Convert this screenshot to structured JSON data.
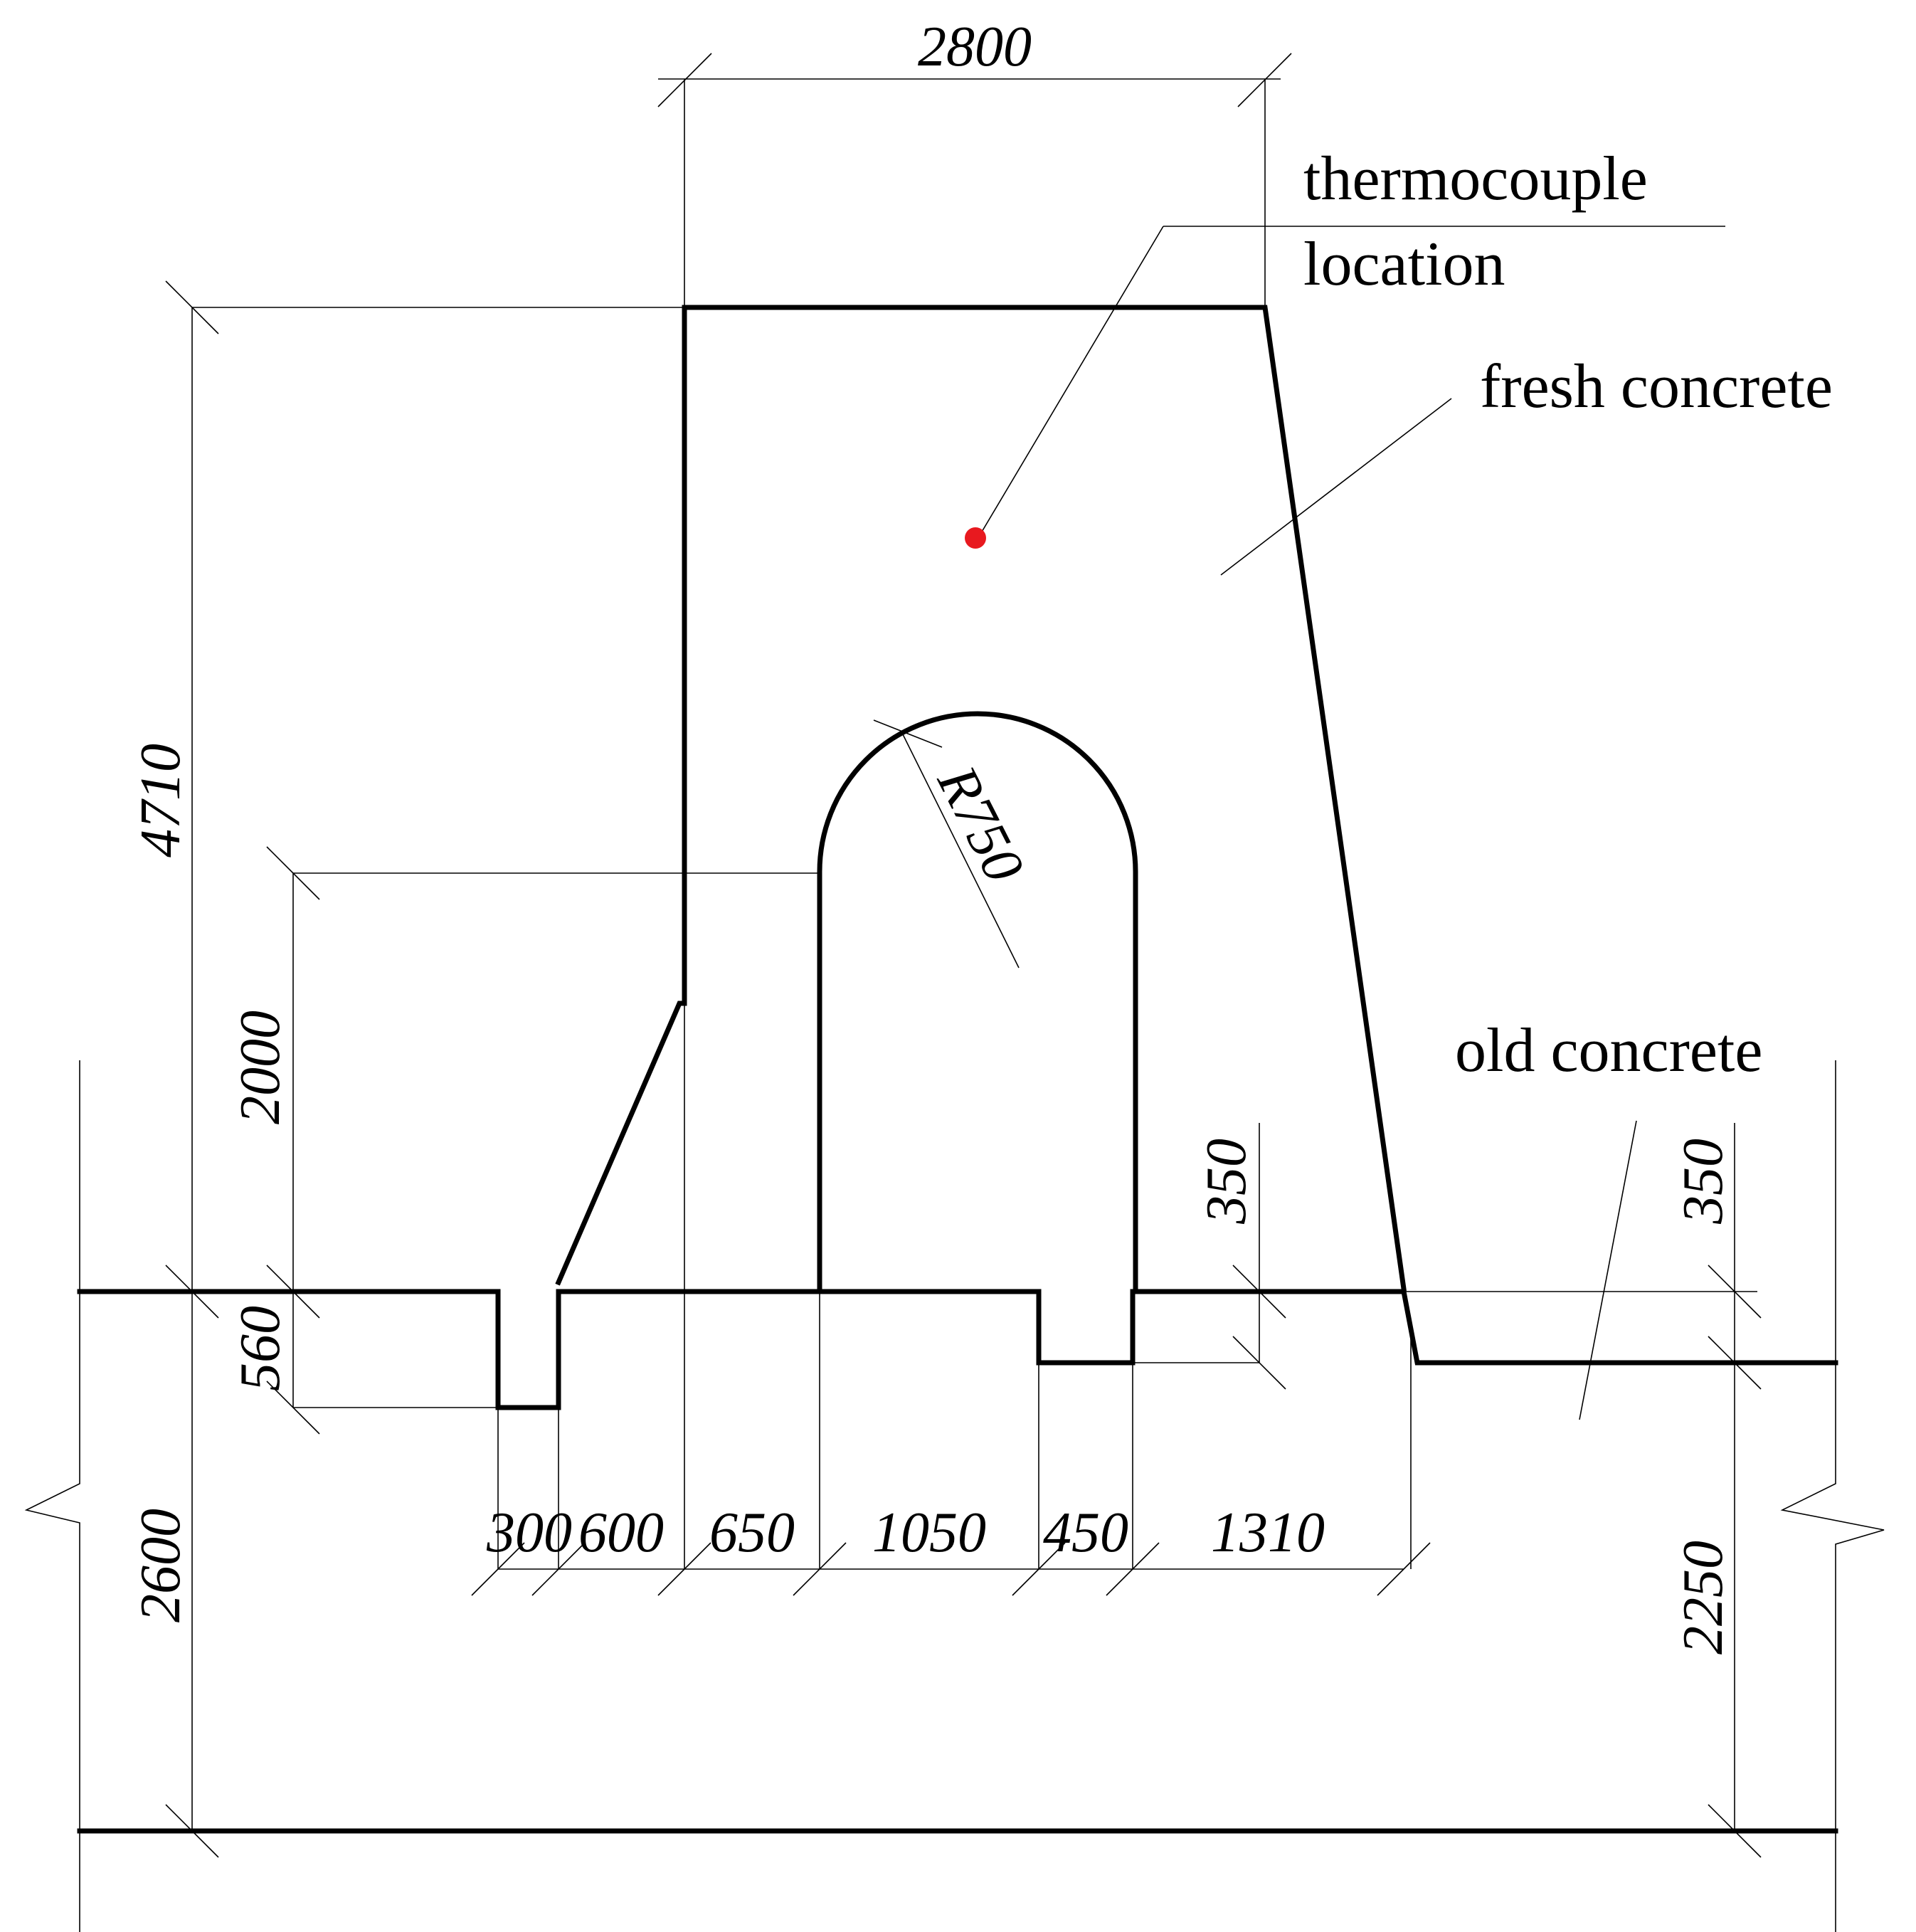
{
  "labels": {
    "thermocouple_line1": "thermocouple",
    "thermocouple_line2": "location",
    "fresh_concrete": "fresh concrete",
    "old_concrete": "old concrete"
  },
  "dimensions": {
    "top_width": "2800",
    "total_height": "4710",
    "arch_wall_height": "2000",
    "groove_depth": "560",
    "old_base_depth_left": "2600",
    "old_base_depth_right": "2250",
    "step_right_inner": "350",
    "step_right_outer": "350",
    "arch_radius": "R750",
    "bottom_300": "300",
    "bottom_600": "600",
    "bottom_650": "650",
    "bottom_1050": "1050",
    "bottom_450": "450",
    "bottom_1310": "1310"
  },
  "colors": {
    "thermocouple_marker": "#e8191f",
    "lines": "#000000"
  }
}
